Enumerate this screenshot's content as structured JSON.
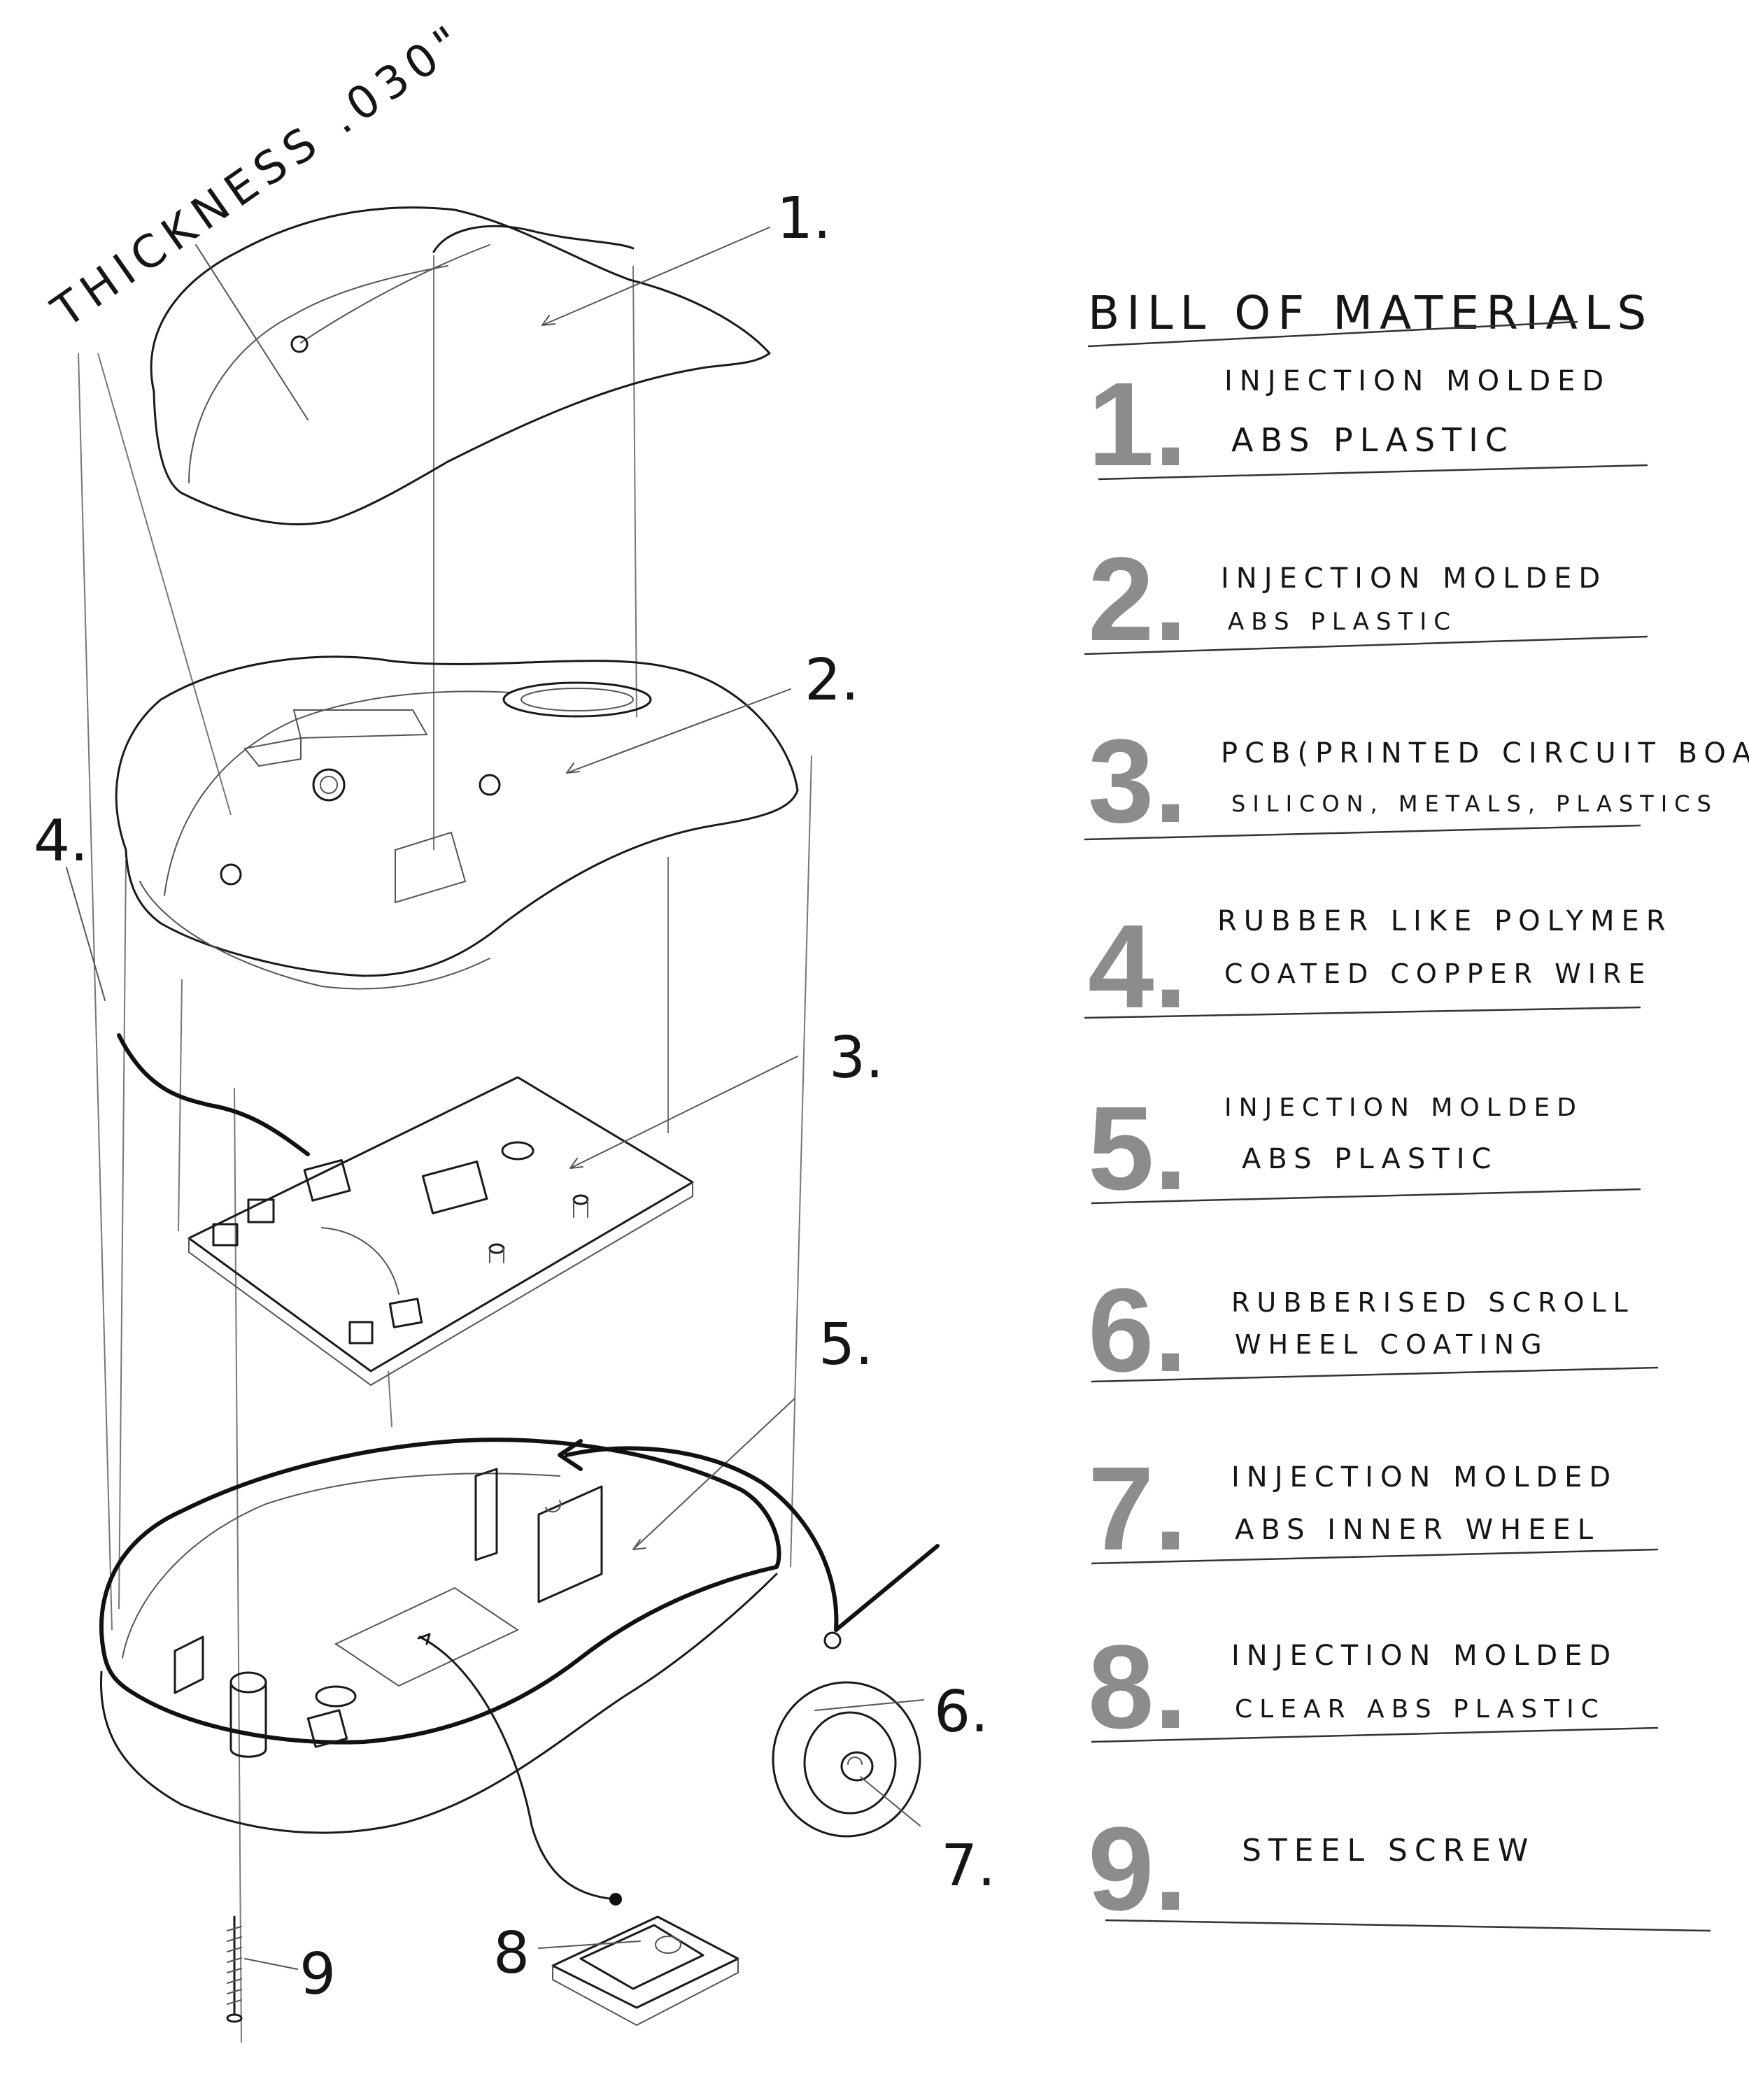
{
  "thickness_note": "THICKNESS .030\"",
  "bom": {
    "title": "BILL OF MATERIALS",
    "items": [
      {
        "number": "1.",
        "line1": "INJECTION MOLDED",
        "line2": "ABS PLASTIC"
      },
      {
        "number": "2.",
        "line1": "INJECTION MOLDED",
        "line2": "ABS PLASTIC"
      },
      {
        "number": "3.",
        "line1": "PCB(PRINTED CIRCUIT BOARD)",
        "line2": "SILICON, METALS, PLASTICS"
      },
      {
        "number": "4.",
        "line1": "RUBBER LIKE POLYMER",
        "line2": "COATED COPPER WIRE"
      },
      {
        "number": "5.",
        "line1": "INJECTION MOLDED",
        "line2": "ABS PLASTIC"
      },
      {
        "number": "6.",
        "line1": "RUBBERISED SCROLL",
        "line2": "WHEEL COATING"
      },
      {
        "number": "7.",
        "line1": "INJECTION MOLDED",
        "line2": "ABS INNER WHEEL"
      },
      {
        "number": "8.",
        "line1": "INJECTION MOLDED",
        "line2": "CLEAR ABS PLASTIC"
      },
      {
        "number": "9.",
        "line1": "STEEL SCREW",
        "line2": ""
      }
    ]
  },
  "callouts": {
    "c1": "1.",
    "c2": "2.",
    "c3": "3.",
    "c4": "4.",
    "c5": "5.",
    "c6": "6.",
    "c7": "7.",
    "c8": "8",
    "c9": "9"
  }
}
